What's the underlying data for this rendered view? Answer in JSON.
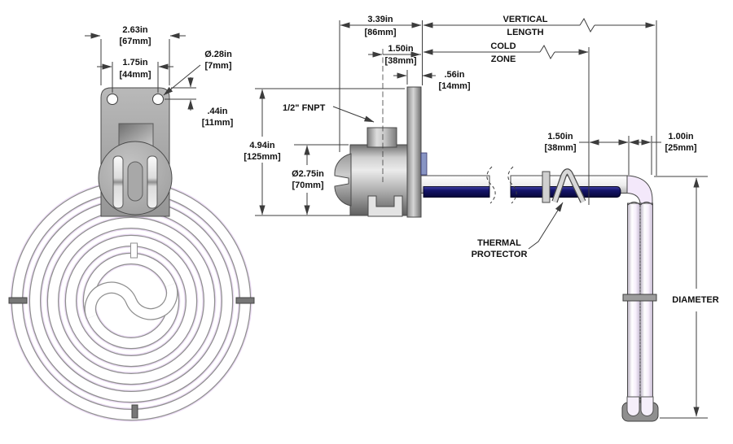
{
  "drawing_type": "dimensioned technical drawing - spiral immersion heating element, front and side views",
  "front_view": {
    "plate_width_in": "2.63in",
    "plate_width_mm": "[67mm]",
    "hole_spacing_in": "1.75in",
    "hole_spacing_mm": "[44mm]",
    "hole_dia_in": "Ø.28in",
    "hole_dia_mm": "[7mm]",
    "hole_offset_in": ".44in",
    "hole_offset_mm": "[11mm]"
  },
  "side_view": {
    "depth_in": "3.39in",
    "depth_mm": "[86mm]",
    "fitting_offset_in": "1.50in",
    "fitting_offset_mm": "[38mm]",
    "plate_thickness_in": ".56in",
    "plate_thickness_mm": "[14mm]",
    "bracket_height_in": "4.94in",
    "bracket_height_mm": "[125mm]",
    "housing_dia_in": "Ø2.75in",
    "housing_dia_mm": "[70mm]",
    "clip_gap_in": "1.50in",
    "clip_gap_mm": "[38mm]",
    "tube_width_in": "1.00in",
    "tube_width_mm": "[25mm]",
    "fitting_label": "1/2\" FNPT",
    "vertical_length_1": "VERTICAL",
    "vertical_length_2": "LENGTH",
    "cold_zone_1": "COLD",
    "cold_zone_2": "ZONE",
    "thermal_1": "THERMAL",
    "thermal_2": "PROTECTOR",
    "diameter_label": "DIAMETER"
  },
  "colors": {
    "thermal_protector_navy": "#15156a",
    "tube_highlight_lavender": "#eedff6",
    "metal_gray": "#a9a9a9",
    "line": "#3c3c3c"
  }
}
